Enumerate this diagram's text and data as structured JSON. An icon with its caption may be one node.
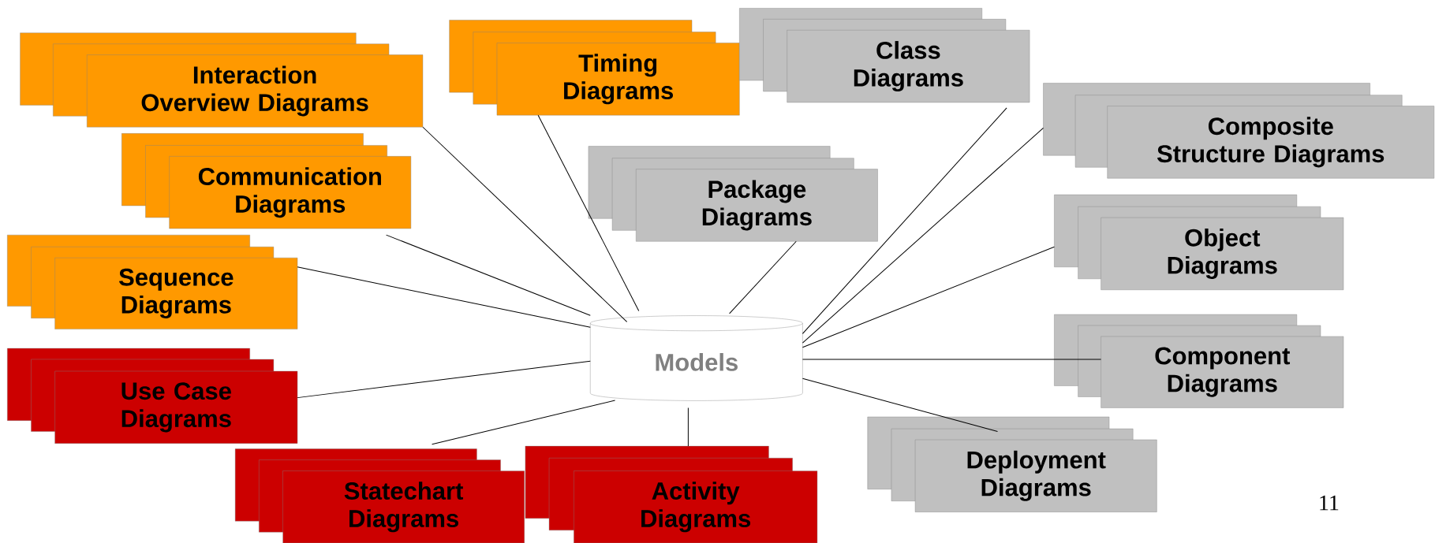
{
  "diagram": {
    "nodes": [
      {
        "text": [
          "Interaction Overview Diagrams"
        ]
      },
      {
        "text": [
          "Timing Diagrams"
        ]
      },
      {
        "text": [
          "Class Diagrams"
        ]
      },
      {
        "text": [
          "Communication Diagrams"
        ]
      },
      {
        "text": [
          "Package Diagrams"
        ]
      },
      {
        "text": [
          "Composite Structure Diagrams"
        ]
      },
      {
        "text": [
          "Sequence Diagrams"
        ]
      },
      {
        "text": [
          "Object Diagrams"
        ]
      },
      {
        "text": [
          "Models"
        ]
      },
      {
        "text": [
          "Component Diagrams"
        ]
      },
      {
        "text": [
          "Use Case Diagrams"
        ]
      },
      {
        "text": [
          "Deployment Diagrams"
        ]
      },
      {
        "text": [
          "Statechart Diagrams"
        ]
      },
      {
        "text": [
          "Activity Diagrams"
        ]
      }
    ],
    "edges": [
      {
        "from": 0,
        "to": 8,
        "arrow": "none"
      },
      {
        "from": 1,
        "to": 8,
        "arrow": "none"
      },
      {
        "from": 2,
        "to": 8,
        "arrow": "none"
      },
      {
        "from": 3,
        "to": 8,
        "arrow": "none"
      },
      {
        "from": 4,
        "to": 8,
        "arrow": "none"
      },
      {
        "from": 5,
        "to": 8,
        "arrow": "none"
      },
      {
        "from": 6,
        "to": 8,
        "arrow": "none"
      },
      {
        "from": 7,
        "to": 8,
        "arrow": "none"
      },
      {
        "from": 9,
        "to": 8,
        "arrow": "none"
      },
      {
        "from": 10,
        "to": 8,
        "arrow": "none"
      },
      {
        "from": 11,
        "to": 8,
        "arrow": "none"
      },
      {
        "from": 12,
        "to": 8,
        "arrow": "none"
      },
      {
        "from": 13,
        "to": 8,
        "arrow": "none"
      }
    ],
    "labels": [
      "11"
    ]
  }
}
